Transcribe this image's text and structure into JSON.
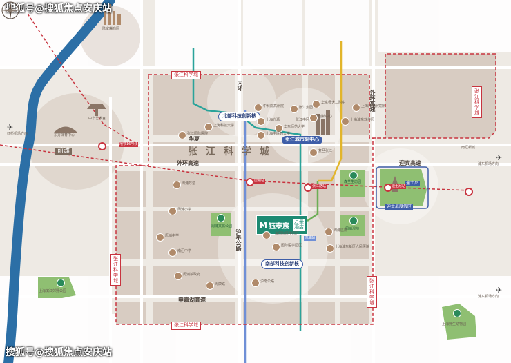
{
  "watermark": {
    "text": "搜狐号@搜狐焦点安庆站"
  },
  "project": {
    "logo_mark": "M",
    "name": "钰泰宸",
    "tag_line1": "万豪",
    "tag_line2": "酒店"
  },
  "areas": {
    "main_title": "张江科学城"
  },
  "roads": {
    "outer_ring": "外环高速",
    "outer_ring_east": "外环高速",
    "inner_ring": "内环",
    "yingbin": "迎宾高速",
    "shenjiahu": "申嘉湖高速",
    "huning": "沪奉公路",
    "hua_xia": "华夏"
  },
  "boundary_labels": {
    "top": "张江科学城",
    "bottom": "张江科学城",
    "west": "张江科学城",
    "east": "张江科学城",
    "south_east": "张江科学城"
  },
  "zones": {
    "north": "北部科技创新核",
    "city_center": "张江城市副中心",
    "south": "南部科技创新核"
  },
  "landmarks": {
    "lujiazui": "陆家嘴商圈",
    "expo": "中华艺术宫",
    "sports": "东方体育中心",
    "qiantan": "前滩",
    "disney_park": "迪士尼",
    "disney_town": "迪士尼度假区",
    "expo_park": "上海滨江郊野公园",
    "tangzhen_park": "上海野生动物园",
    "central_park": "张江中区",
    "hongqiao_airport": "虹桥机场方向",
    "pudong_airport_1": "浦东机场方向",
    "pudong_airport_2": "浦东机场方向",
    "nanhui": "南汇新城"
  },
  "parks": {
    "forest": "森兰生态园",
    "wetland": "周浦湿地",
    "culture": "周浦文化公园"
  },
  "metro": {
    "tangzhen": "唐镇站",
    "zhangjiang_rd": "张江路站",
    "disney": "迪士尼站",
    "zhoupu": "周浦站",
    "line_label": "地铁16号线"
  },
  "pois": [
    "上海科技大学",
    "中科院高研院",
    "上海光源",
    "张江国际医院",
    "上海浦东软件园",
    "上海药物研究所",
    "华东师范大学",
    "华东师大二附中",
    "张江集团",
    "上海中医药大学",
    "创新中心",
    "复旦张江",
    "上海国际医学园区",
    "国际医学园区",
    "周浦医院",
    "周浦万达",
    "周浦小学",
    "周浦中学",
    "南汇中学",
    "上海浦东新区人民医院",
    "周浦镇政府",
    "周康路",
    "沪南公路"
  ],
  "colors": {
    "river": "#2c6fa6",
    "boundary": "#c8343f",
    "metro_red": "#c8343f",
    "metro_teal": "#2aa39a",
    "metro_blue": "#6f8fd6",
    "metro_yellow": "#e2b52a",
    "metro_green": "#6cae55",
    "park": "#8fbf72",
    "project": "#1d8a72"
  }
}
